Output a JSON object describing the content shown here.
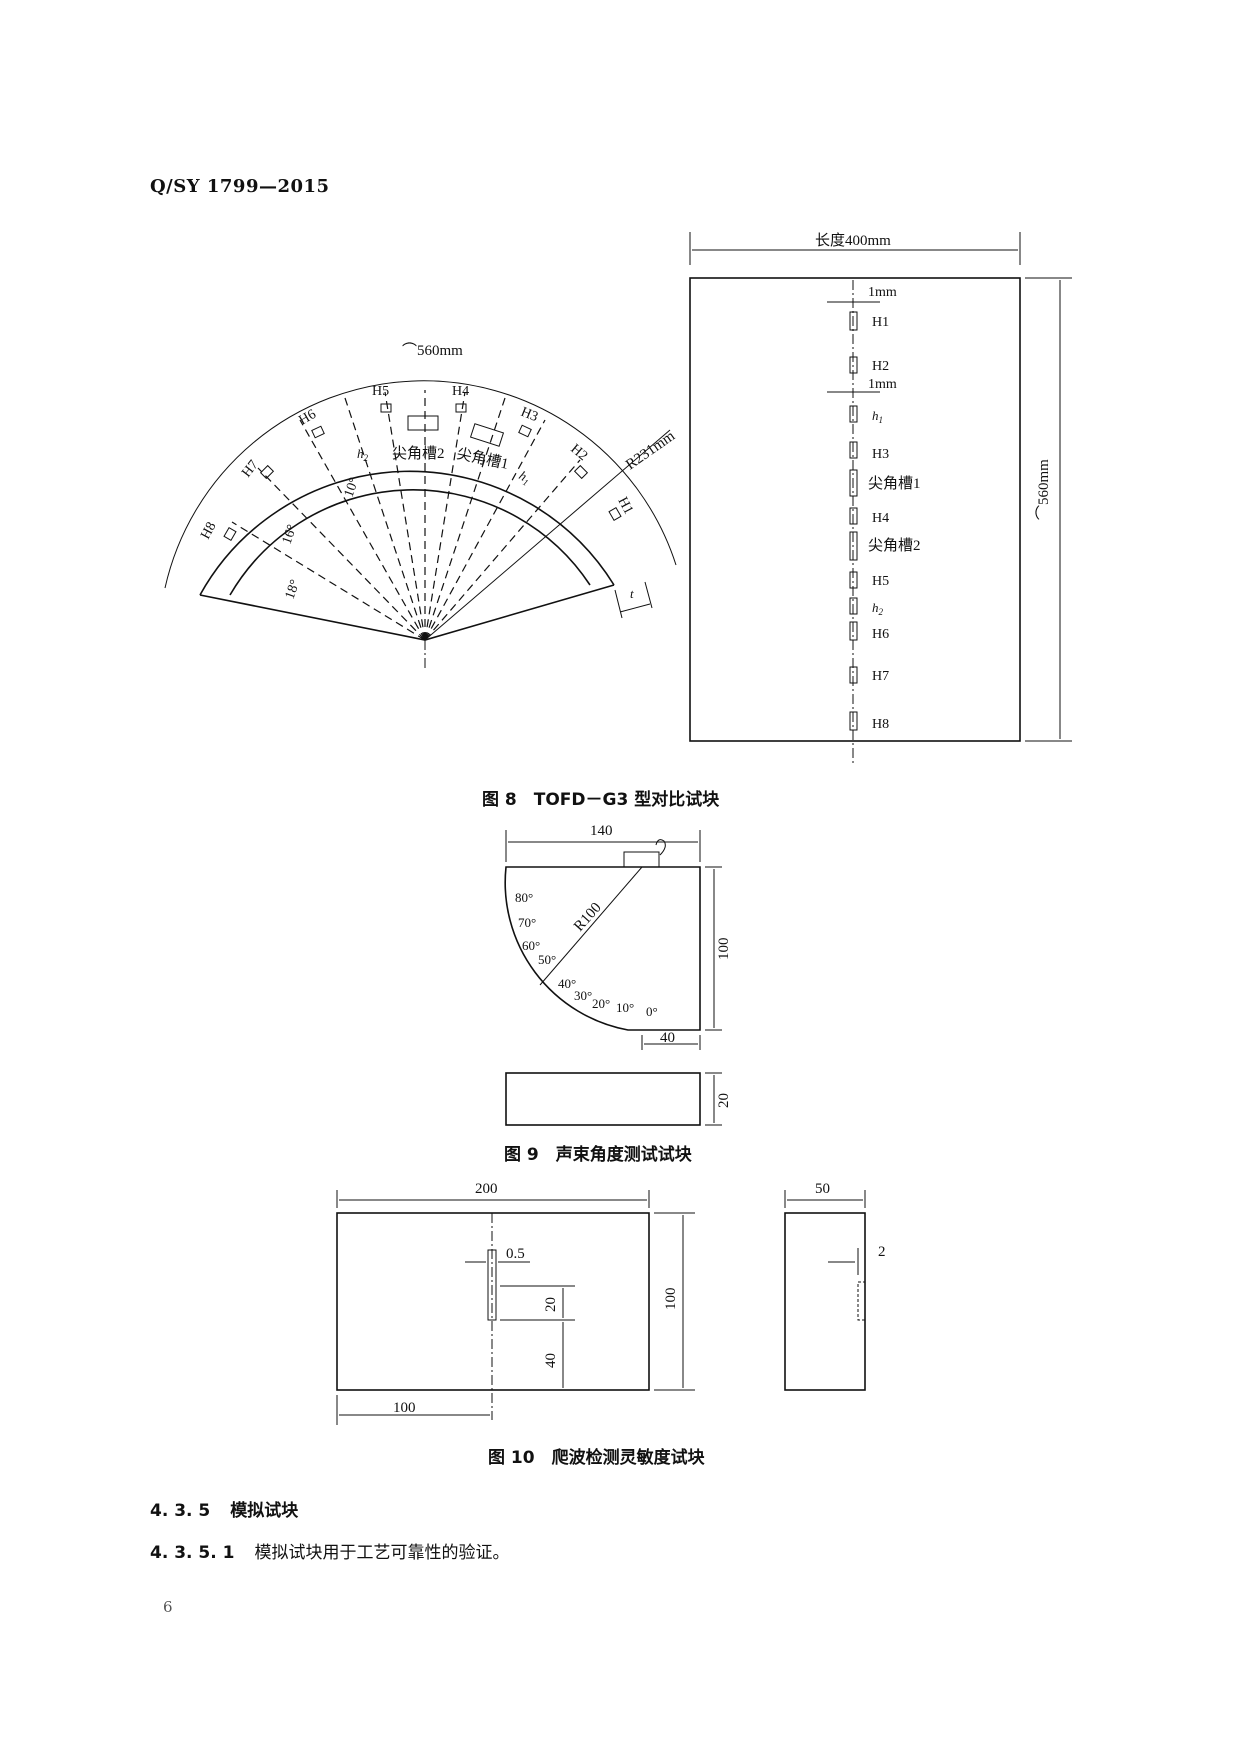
{
  "header": {
    "standard": "Q/SY 1799—2015"
  },
  "figure8": {
    "caption": "图 8　TOFD－G3 型对比试块",
    "arc_length": "⌒560mm",
    "radius": "R231mm",
    "holes": [
      "H1",
      "H2",
      "H3",
      "H4",
      "H5",
      "H6",
      "H7",
      "H8"
    ],
    "notch1": "尖角槽1",
    "notch2": "尖角槽2",
    "h1": "h",
    "h2": "h",
    "sub1": "1",
    "sub2": "2",
    "angle10": "10°",
    "angle16": "16°",
    "angle18": "18°",
    "thickness": "t",
    "length": "长度400mm",
    "width": "⌒560mm",
    "gap": "1mm",
    "strip": [
      "H1",
      "H2",
      "h",
      "H3",
      "尖角槽1",
      "H4",
      "尖角槽2",
      "H5",
      "h",
      "H6",
      "H7",
      "H8"
    ]
  },
  "figure9": {
    "caption": "图 9　声束角度测试试块",
    "width": "140",
    "height": "100",
    "radius": "R100",
    "offset": "40",
    "thickness": "20",
    "angles": [
      "80°",
      "70°",
      "60°",
      "50°",
      "40°",
      "30°",
      "20°",
      "10°",
      "0°"
    ]
  },
  "figure10": {
    "caption": "图 10　爬波检测灵敏度试块",
    "width": "200",
    "height": "100",
    "slot_width": "0.5",
    "slot_depth": "20",
    "bottom": "40",
    "left_offset": "100",
    "side_width": "50",
    "side_depth": "2"
  },
  "sections": [
    {
      "num": "4. 3. 5",
      "text": "模拟试块"
    },
    {
      "num": "4. 3. 5. 1",
      "text": "模拟试块用于工艺可靠性的验证。"
    }
  ],
  "page_number": "6"
}
